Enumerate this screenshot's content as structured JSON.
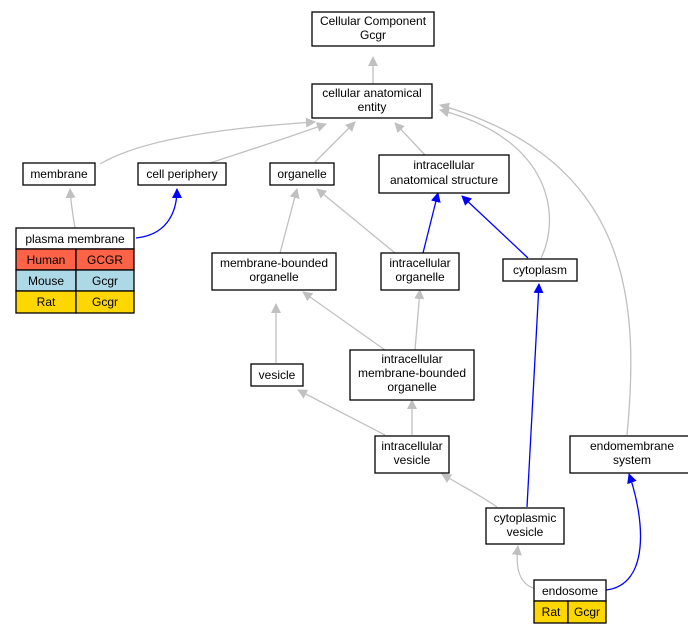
{
  "nodes": {
    "root": {
      "lines": [
        "Cellular Component",
        "Gcgr"
      ]
    },
    "cae": {
      "lines": [
        "cellular anatomical",
        "entity"
      ]
    },
    "membrane": {
      "lines": [
        "membrane"
      ]
    },
    "cell_periphery": {
      "lines": [
        "cell periphery"
      ]
    },
    "organelle": {
      "lines": [
        "organelle"
      ]
    },
    "ias": {
      "lines": [
        "intracellular",
        "anatomical structure"
      ]
    },
    "plasma_membrane": {
      "title": "plasma membrane",
      "rows": [
        {
          "species": "Human",
          "gene": "GCGR"
        },
        {
          "species": "Mouse",
          "gene": "Gcgr"
        },
        {
          "species": "Rat",
          "gene": "Gcgr"
        }
      ]
    },
    "mbo": {
      "lines": [
        "membrane-bounded",
        "organelle"
      ]
    },
    "io": {
      "lines": [
        "intracellular",
        "organelle"
      ]
    },
    "cytoplasm": {
      "lines": [
        "cytoplasm"
      ]
    },
    "vesicle": {
      "lines": [
        "vesicle"
      ]
    },
    "imbo": {
      "lines": [
        "intracellular",
        "membrane-bounded",
        "organelle"
      ]
    },
    "iv": {
      "lines": [
        "intracellular",
        "vesicle"
      ]
    },
    "es": {
      "lines": [
        "endomembrane",
        "system"
      ]
    },
    "cv": {
      "lines": [
        "cytoplasmic",
        "vesicle"
      ]
    },
    "endosome": {
      "title": "endosome",
      "rows": [
        {
          "species": "Rat",
          "gene": "Gcgr"
        }
      ]
    }
  },
  "colors": {
    "Human": "#ff6347",
    "Mouse": "#add8e6",
    "Rat": "#ffd700",
    "is_a_edge": "#c0c0c0",
    "part_of_edge": "#0000ff"
  }
}
